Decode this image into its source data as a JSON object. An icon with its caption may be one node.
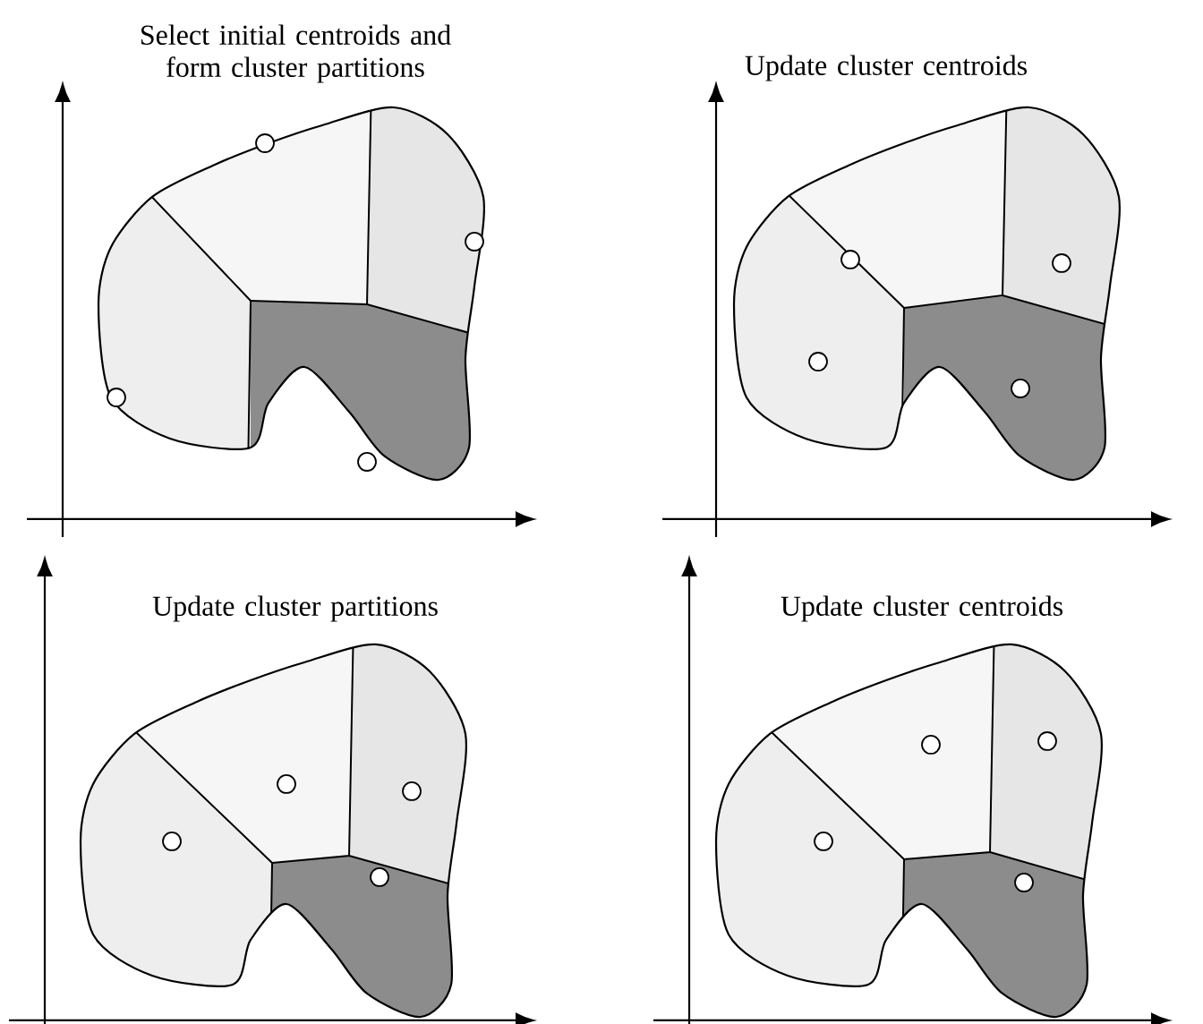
{
  "diagram": {
    "labels": [
      "Select initial centroids and form cluster partitions",
      "Update cluster centroids",
      "Update cluster partitions",
      "Update cluster centroids"
    ]
  }
}
